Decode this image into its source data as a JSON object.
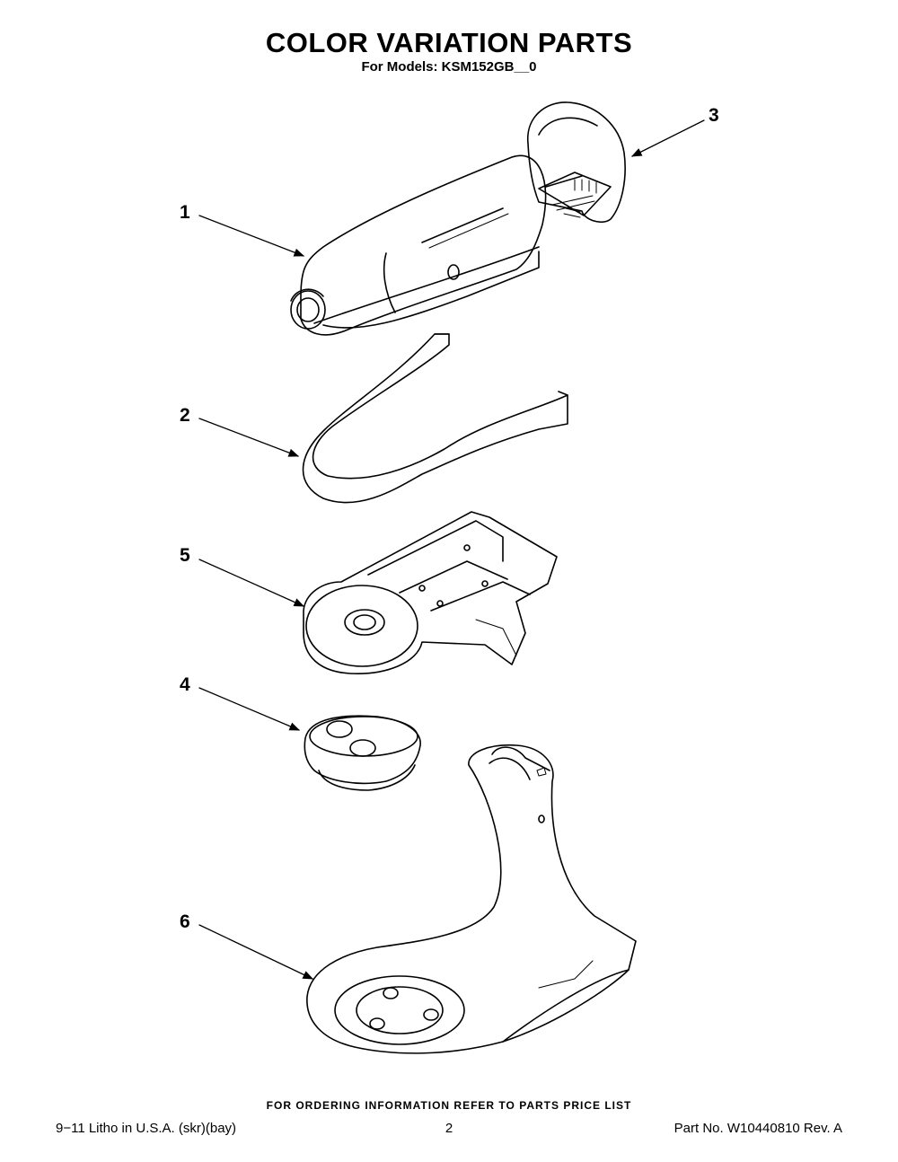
{
  "header": {
    "title": "COLOR VARIATION PARTS",
    "subtitle": "For Models: KSM152GB__0"
  },
  "callouts": [
    "1",
    "2",
    "3",
    "4",
    "5",
    "6"
  ],
  "footer": {
    "ordering_note": "FOR ORDERING INFORMATION REFER TO PARTS PRICE LIST",
    "litho": "9−11 Litho in U.S.A. (skr)(bay)",
    "page_number": "2",
    "part_number": "Part No. W10440810 Rev. A"
  }
}
